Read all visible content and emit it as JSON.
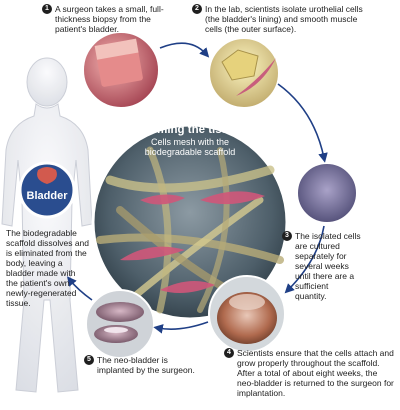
{
  "center": {
    "title": "Forming the tissue",
    "subtitle_line1": "Cells mesh with the",
    "subtitle_line2": "biodegradable scaffold"
  },
  "bladder_label": "Bladder",
  "steps": [
    {
      "number": "1",
      "text": "A surgeon takes a small, full-thickness biopsy from the patient's bladder."
    },
    {
      "number": "2",
      "text": "In the lab, scientists isolate urothelial cells (the bladder's lining) and smooth muscle cells (the outer surface)."
    },
    {
      "number": "3",
      "text": "The isolated cells are cultured separately for several weeks until there are a sufficient quantity."
    },
    {
      "number": "4",
      "text": "Scientists ensure that the cells attach and grow properly throughout the scaffold. After a total of about eight weeks, the neo-bladder is returned to the surgeon for implantation."
    },
    {
      "number": "5",
      "text": "The neo-bladder is implanted by the surgeon."
    }
  ],
  "dissolve_note": "The biodegradable scaffold dissolves and is eliminated from the body, leaving a bladder made with the patient's own newly-regenerated tissue.",
  "colors": {
    "arrow": "#1f3f86",
    "number_badge": "#1f1f1f",
    "bladder_circle": "#2a4d8f",
    "biopsy": "#c65a63",
    "tissue_bg": "#5d6f7a"
  }
}
